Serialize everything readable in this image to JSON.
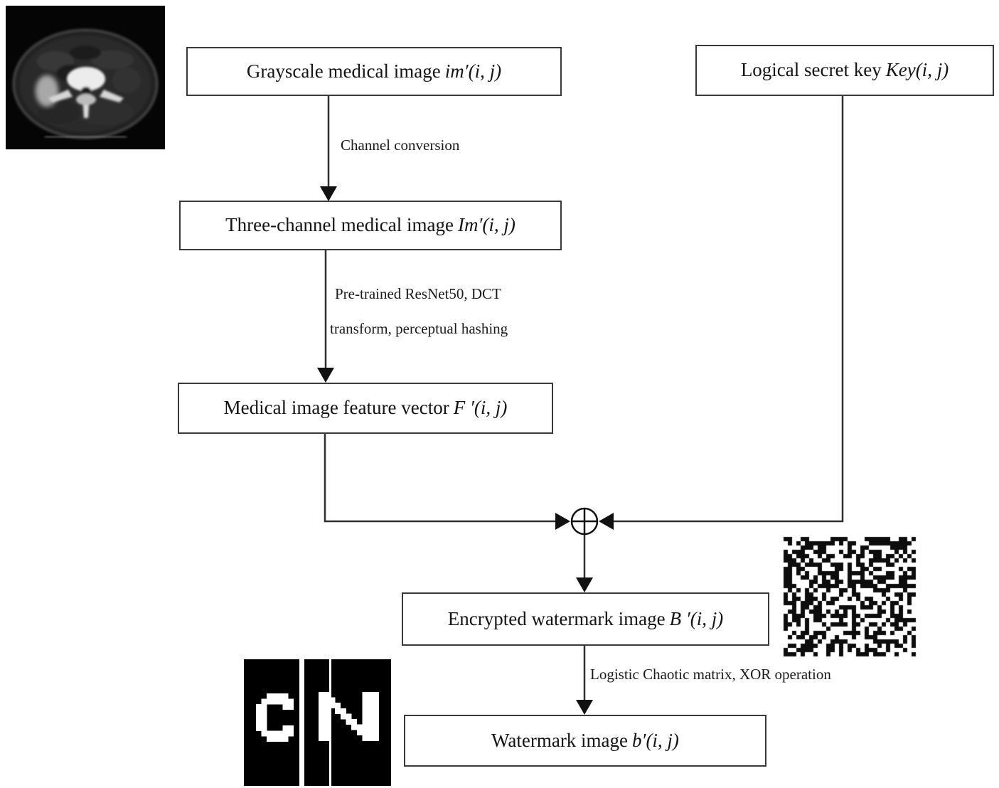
{
  "boxes": {
    "grayscale": {
      "label": "Grayscale medical image",
      "math": "im′(i, j)"
    },
    "secret_key": {
      "label": "Logical secret key",
      "math": "Key(i, j)"
    },
    "three_channel": {
      "label": "Three-channel medical image",
      "math": "Im′(i, j)"
    },
    "feature_vector": {
      "label": "Medical image feature vector",
      "math": "F ′(i, j)"
    },
    "encrypted_watermark": {
      "label": "Encrypted watermark image",
      "math": "B ′(i, j)"
    },
    "watermark": {
      "label": "Watermark image",
      "math": "b′(i, j)"
    }
  },
  "edge_labels": {
    "channel_conversion": "Channel conversion",
    "resnet_line1": "Pre-trained ResNet50, DCT",
    "resnet_line2": "transform, perceptual hashing",
    "logistic": "Logistic Chaotic matrix, XOR operation"
  },
  "xor": {
    "symbol": "⊕"
  },
  "images": {
    "ct_scan": {
      "name": "ct-scan-medical-image"
    },
    "noise": {
      "name": "encrypted-watermark-noise",
      "cols": 31,
      "rows": 28,
      "cell": 6,
      "fill_ratio": 0.5,
      "seed": 1337
    },
    "watermark_cn": {
      "letters": "CN",
      "bitmap_c": [
        "..XXXX..",
        ".XXXXXX.",
        "XX...XX.",
        "XX......",
        "XX......",
        "XX......",
        "XX...XX.",
        ".XXXXXX.",
        "..XXXX.."
      ],
      "bitmap_n": [
        "XX......XXX",
        "XXX.....XXX",
        "XXXX....XXX",
        "XX.XX...XXX",
        "XX..XX..XXX",
        "XX...XX.XXX",
        "XX....XXXXX",
        "XX.....XXXX",
        "XX......XXX"
      ]
    }
  },
  "colors": {
    "line": "#2f2f2f",
    "box_border": "#3a3a3a",
    "text": "#141414",
    "background": "#ffffff",
    "noise_ink": "#0d0d0d"
  }
}
